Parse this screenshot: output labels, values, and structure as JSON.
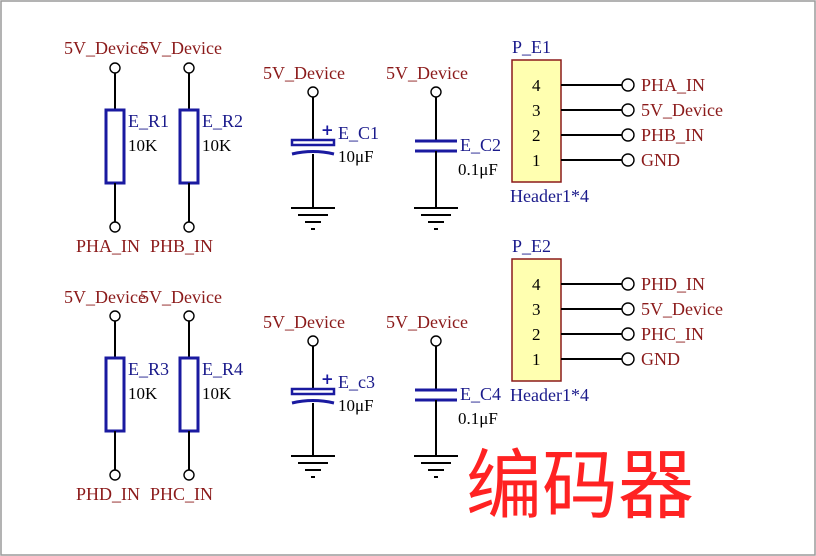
{
  "colors": {
    "net": "#8b1a1a",
    "designator": "#1a1a8b",
    "annotation": "#ff2222",
    "header_fill": "#ffffb0"
  },
  "blocks": [
    {
      "resistors": [
        {
          "designator": "E_R1",
          "value": "10K",
          "top_net": "5V_Device",
          "bottom_net": "PHA_IN"
        },
        {
          "designator": "E_R2",
          "value": "10K",
          "top_net": "5V_Device",
          "bottom_net": "PHB_IN"
        }
      ],
      "capacitors": [
        {
          "designator": "E_C1",
          "value": "10μF",
          "top_net": "5V_Device",
          "polarized": true
        },
        {
          "designator": "E_C2",
          "value": "0.1μF",
          "top_net": "5V_Device",
          "polarized": false
        }
      ],
      "header": {
        "designator": "P_E1",
        "comment": "Header1*4",
        "pins": [
          {
            "number": "4",
            "net": "PHA_IN"
          },
          {
            "number": "3",
            "net": "5V_Device"
          },
          {
            "number": "2",
            "net": "PHB_IN"
          },
          {
            "number": "1",
            "net": "GND"
          }
        ]
      }
    },
    {
      "resistors": [
        {
          "designator": "E_R3",
          "value": "10K",
          "top_net": "5V_Device",
          "bottom_net": "PHD_IN"
        },
        {
          "designator": "E_R4",
          "value": "10K",
          "top_net": "5V_Device",
          "bottom_net": "PHC_IN"
        }
      ],
      "capacitors": [
        {
          "designator": "E_c3",
          "value": "10μF",
          "top_net": "5V_Device",
          "polarized": true
        },
        {
          "designator": "E_C4",
          "value": "0.1μF",
          "top_net": "5V_Device",
          "polarized": false
        }
      ],
      "header": {
        "designator": "P_E2",
        "comment": "Header1*4",
        "pins": [
          {
            "number": "4",
            "net": "PHD_IN"
          },
          {
            "number": "3",
            "net": "5V_Device"
          },
          {
            "number": "2",
            "net": "PHC_IN"
          },
          {
            "number": "1",
            "net": "GND"
          }
        ]
      }
    }
  ],
  "annotation": "编码器"
}
